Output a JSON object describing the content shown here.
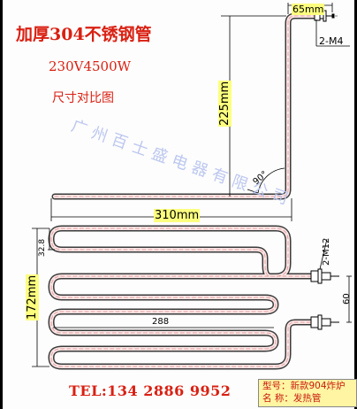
{
  "title": "加厚304不锈钢管",
  "spec": "230V4500W",
  "compare": "尺寸对比图",
  "watermark": "广州百士盛电器有限公司",
  "telephone": "TEL:134 2886 9952",
  "info_box": {
    "model": "型号：新款904炸炉",
    "name": "名 称：发热管"
  },
  "dimensions": {
    "top_width": "65mm",
    "top_height": "225mm",
    "bottom_width": "310mm",
    "angle": "90°",
    "thread_top": "2-M4",
    "lower_height": "172mm",
    "loop_height": "32.8",
    "loop_width": "288",
    "thread_bottom": "2-M12",
    "terminal_gap": "60"
  }
}
